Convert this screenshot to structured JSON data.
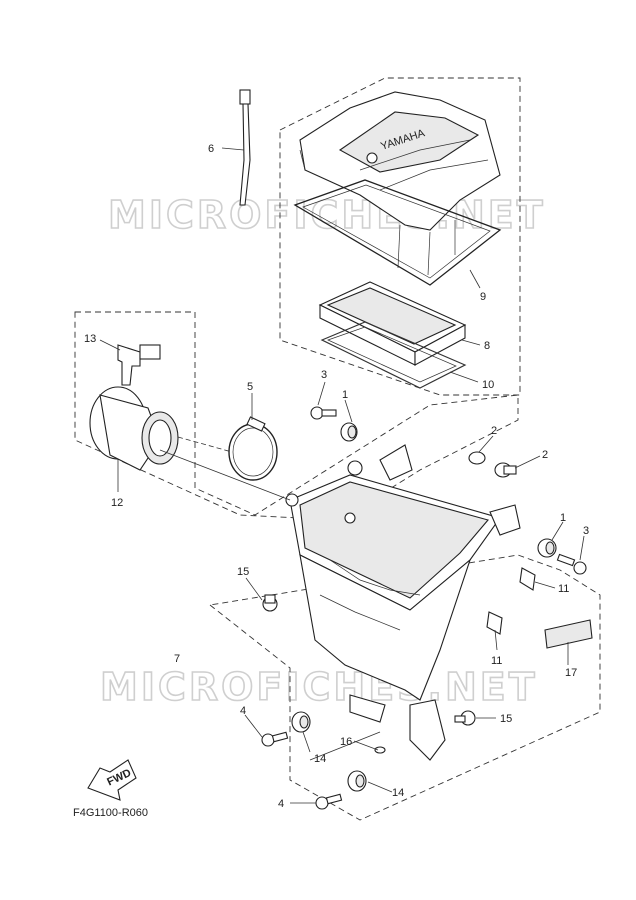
{
  "watermarks": [
    "MICROFICHES.NET",
    "MICROFICHES.NET"
  ],
  "brand_logo_text": "YAMAHA",
  "drawing_code": "F4G1100-R060",
  "fwd_label": "FWD",
  "callouts": [
    {
      "id": "c6a",
      "label": "6"
    },
    {
      "id": "c9",
      "label": "9"
    },
    {
      "id": "c8",
      "label": "8"
    },
    {
      "id": "c10",
      "label": "10"
    },
    {
      "id": "c13",
      "label": "13"
    },
    {
      "id": "c5",
      "label": "5"
    },
    {
      "id": "c3a",
      "label": "3"
    },
    {
      "id": "c1a",
      "label": "1"
    },
    {
      "id": "c12",
      "label": "12"
    },
    {
      "id": "c2a",
      "label": "2"
    },
    {
      "id": "c2b",
      "label": "2"
    },
    {
      "id": "c1b",
      "label": "1"
    },
    {
      "id": "c3b",
      "label": "3"
    },
    {
      "id": "c15a",
      "label": "15"
    },
    {
      "id": "c11a",
      "label": "11"
    },
    {
      "id": "c11b",
      "label": "11"
    },
    {
      "id": "c17",
      "label": "17"
    },
    {
      "id": "c7",
      "label": "7"
    },
    {
      "id": "c4a",
      "label": "4"
    },
    {
      "id": "c14a",
      "label": "14"
    },
    {
      "id": "c16",
      "label": "16"
    },
    {
      "id": "c15b",
      "label": "15"
    },
    {
      "id": "c14b",
      "label": "14"
    },
    {
      "id": "c4b",
      "label": "4"
    }
  ]
}
